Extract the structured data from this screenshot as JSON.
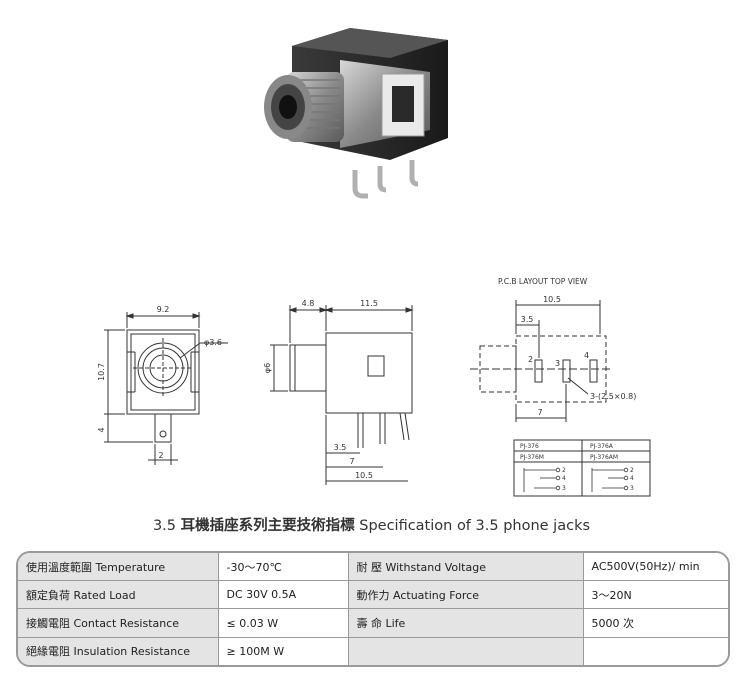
{
  "drawing": {
    "front": {
      "width": "9.2",
      "height": "10.7",
      "hole": "φ3.6",
      "pin_length": "4",
      "pin_width": "2"
    },
    "side": {
      "front_len": "4.8",
      "body_len": "11.5",
      "dia": "φ6",
      "pin1": "3.5",
      "pin2": "7",
      "total": "10.5"
    },
    "pcb": {
      "title": "P.C.B LAYOUT   TOP VIEW",
      "width": "10.5",
      "offset": "3.5",
      "pin_labels": [
        "2",
        "3",
        "4"
      ],
      "hole_note": "3-(2.5×0.8)",
      "depth": "7"
    },
    "schematic": {
      "models_top": [
        "PJ-376",
        "PJ-376A"
      ],
      "models_bottom": [
        "PJ-376M",
        "PJ-376AM"
      ],
      "pins_left": [
        "2",
        "4",
        "3"
      ],
      "pins_right": [
        "2",
        "4",
        "3"
      ]
    }
  },
  "spec": {
    "prefix": "3.5",
    "title_cn": "耳機插座系列主要技術指標",
    "title_en": "Specification of 3.5 phone jacks"
  },
  "rows": [
    {
      "l1": "使用溫度範圍 Temperature",
      "v1": "-30～70℃",
      "l2": "耐    壓 Withstand Voltage",
      "v2": "AC500V(50Hz)/ min"
    },
    {
      "l1": "額定負荷  Rated Load",
      "v1": "DC  30V  0.5A",
      "l2": "動作力 Actuating Force",
      "v2": "3～20N"
    },
    {
      "l1": "接觸電阻  Contact Resistance",
      "v1": "≤ 0.03 W",
      "l2": "壽    命 Life",
      "v2": "5000 次"
    },
    {
      "l1": "絕緣電阻  Insulation Resistance",
      "v1": "≥ 100M W",
      "l2": "",
      "v2": ""
    }
  ]
}
